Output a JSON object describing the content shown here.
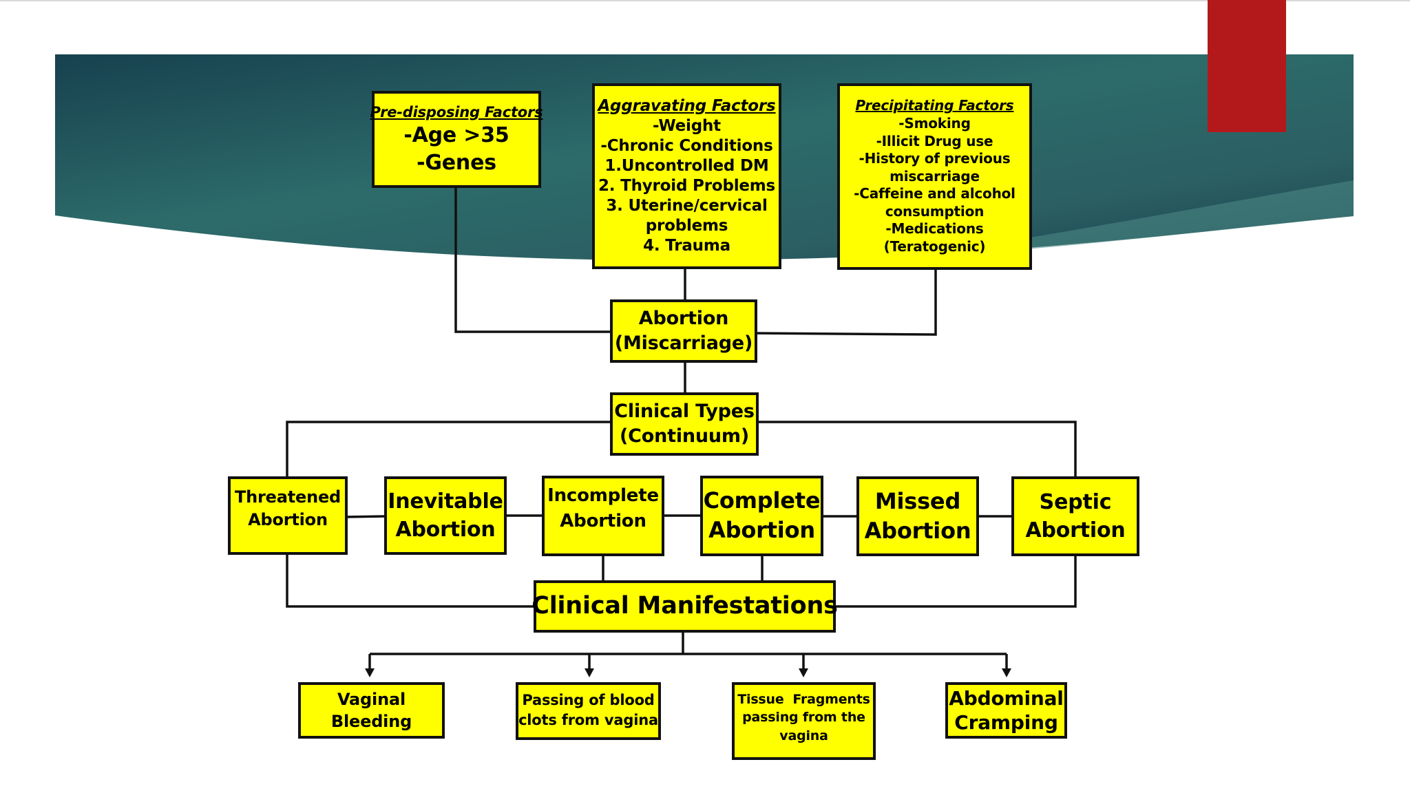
{
  "colors": {
    "banner_dark": "#17414f",
    "banner_mid": "#2d6b6a",
    "banner_light": "#4f8c86",
    "accent_red": "#b3191b",
    "box_fill": "#ffff00",
    "line": "#111111"
  },
  "factors": {
    "predisposing": {
      "title": "Pre-disposing Factors",
      "lines": [
        "-Age >35",
        "-Genes"
      ]
    },
    "aggravating": {
      "title": "Aggravating Factors",
      "lines": [
        "-Weight",
        "-Chronic Conditions",
        "1.Uncontrolled DM",
        "2. Thyroid Problems",
        "3. Uterine/cervical",
        "problems",
        "4. Trauma"
      ]
    },
    "precipitating": {
      "title": "Precipitating Factors",
      "lines": [
        "-Smoking",
        "-Illicit Drug use",
        "-History of previous",
        "miscarriage",
        "-Caffeine and alcohol",
        "consumption",
        "-Medications",
        "(Teratogenic)"
      ]
    }
  },
  "abortion": {
    "lines": [
      "Abortion",
      "(Miscarriage)"
    ]
  },
  "clinical_types": {
    "lines": [
      "Clinical Types",
      "(Continuum)"
    ]
  },
  "types": [
    {
      "lines": [
        "Threatened",
        "Abortion"
      ]
    },
    {
      "lines": [
        "Inevitable",
        "Abortion"
      ]
    },
    {
      "lines": [
        "Incomplete",
        "Abortion"
      ]
    },
    {
      "lines": [
        "Complete",
        "Abortion"
      ]
    },
    {
      "lines": [
        "Missed",
        "Abortion"
      ]
    },
    {
      "lines": [
        "Septic",
        "Abortion"
      ]
    }
  ],
  "manifestations": {
    "title": "Clinical Manifestations"
  },
  "outcomes": [
    {
      "lines": [
        "Vaginal",
        "Bleeding"
      ]
    },
    {
      "lines": [
        "Passing of blood",
        "clots from vagina"
      ]
    },
    {
      "lines": [
        "Tissue  Fragments",
        "passing from the",
        "vagina"
      ]
    },
    {
      "lines": [
        "Abdominal",
        "Cramping"
      ]
    }
  ]
}
